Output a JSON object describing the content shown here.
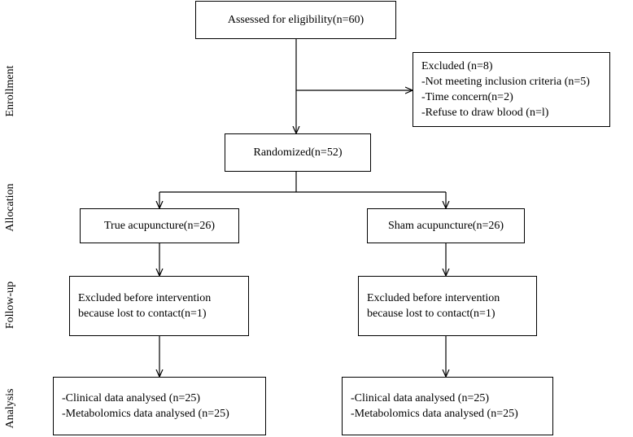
{
  "stages": {
    "enrollment": "Enrollment",
    "allocation": "Allocation",
    "follow_up": "Follow-up",
    "analysis": "Analysis"
  },
  "enrollment": {
    "assessed": "Assessed for eligibility(n=60)",
    "excluded": [
      "Excluded (n=8)",
      "-Not meeting inclusion criteria (n=5)",
      "-Time concern(n=2)",
      "-Refuse to draw blood (n=l)"
    ],
    "randomized": "Randomized(n=52)"
  },
  "arms": {
    "true": {
      "allocation": "True acupuncture(n=26)",
      "follow_up": [
        "Excluded before intervention",
        "because lost to contact(n=1)"
      ],
      "analysis": [
        "-Clinical data analysed (n=25)",
        "-Metabolomics data analysed (n=25)"
      ]
    },
    "sham": {
      "allocation": "Sham acupuncture(n=26)",
      "follow_up": [
        "Excluded before intervention",
        "because lost to contact(n=1)"
      ],
      "analysis": [
        "-Clinical data analysed (n=25)",
        "-Metabolomics data analysed (n=25)"
      ]
    }
  }
}
